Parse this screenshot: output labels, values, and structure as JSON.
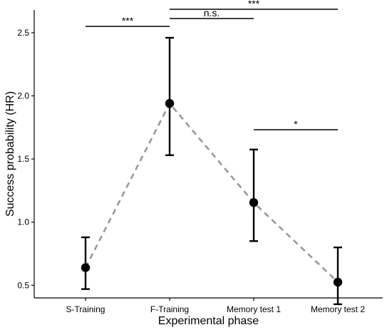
{
  "chart_data": {
    "type": "scatter",
    "title": "",
    "xlabel": "Experimental phase",
    "ylabel": "Success probability (HR)",
    "categories": [
      "S-Training",
      "F-Training",
      "Memory test 1",
      "Memory test 2"
    ],
    "series": [
      {
        "values": [
          0.64,
          1.94,
          1.155,
          0.525
        ],
        "error_low": [
          0.47,
          1.53,
          0.85,
          0.35
        ],
        "error_high": [
          0.88,
          2.46,
          1.575,
          0.8
        ]
      }
    ],
    "connector_line": "dashed",
    "yticks": [
      "0.5",
      "1.0",
      "1.5",
      "2.0",
      "2.5"
    ],
    "ylim": [
      0.4,
      2.68
    ],
    "grid": false,
    "legend": "none",
    "significance": [
      {
        "from": "S-Training",
        "to": "F-Training",
        "label": "***"
      },
      {
        "from": "F-Training",
        "to": "Memory test 1",
        "label": "n.s."
      },
      {
        "from": "F-Training",
        "to": "Memory test 2",
        "label": "***"
      },
      {
        "from": "Memory test 1",
        "to": "Memory test 2",
        "label": "*"
      }
    ],
    "colors": {
      "points": "#000000",
      "connector": "#999999",
      "axis": "#000000"
    }
  }
}
